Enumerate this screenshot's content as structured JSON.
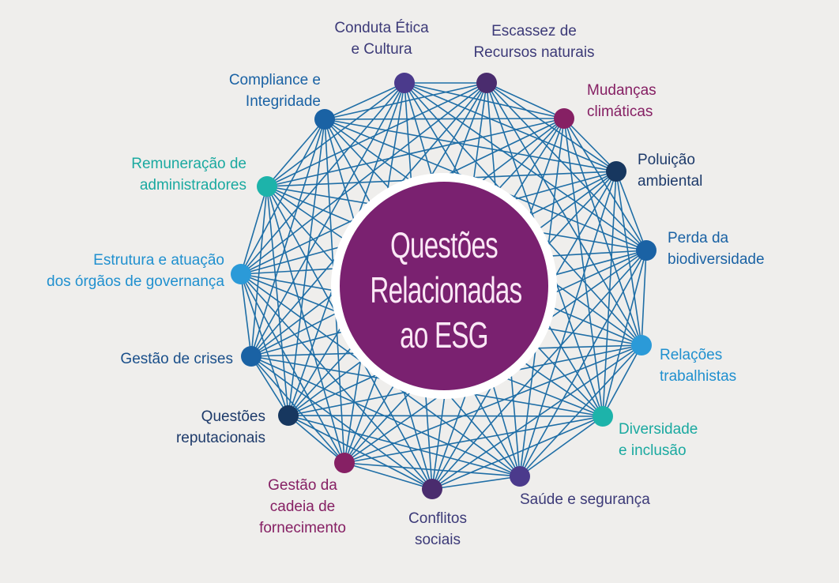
{
  "center": {
    "line1": "Questões",
    "line2": "Relacionadas",
    "line3": "ao ESG",
    "color": "#7a2170"
  },
  "edge_color": "#1f6ea6",
  "nodes": [
    {
      "id": "conduta-etica",
      "lines": [
        "Conduta Ética",
        "e Cultura"
      ],
      "color": "#4b3a8c",
      "label_color": "#3c3a78"
    },
    {
      "id": "escassez-recursos",
      "lines": [
        "Escassez de",
        "Recursos naturais"
      ],
      "color": "#4a2c6e",
      "label_color": "#3c3a78"
    },
    {
      "id": "mudancas-climaticas",
      "lines": [
        "Mudanças",
        "climáticas"
      ],
      "color": "#862064",
      "label_color": "#862064"
    },
    {
      "id": "poluicao-ambiental",
      "lines": [
        "Poluição",
        "ambiental"
      ],
      "color": "#17375f",
      "label_color": "#1d3a6a"
    },
    {
      "id": "perda-biodiversidade",
      "lines": [
        "Perda da",
        "biodiversidade"
      ],
      "color": "#1a62a4",
      "label_color": "#1a62a4"
    },
    {
      "id": "relacoes-trabalhistas",
      "lines": [
        "Relações",
        "trabalhistas"
      ],
      "color": "#2b9ad8",
      "label_color": "#2090cf"
    },
    {
      "id": "diversidade-inclusao",
      "lines": [
        "Diversidade",
        "e inclusão"
      ],
      "color": "#1db3aa",
      "label_color": "#1aa9a0"
    },
    {
      "id": "saude-seguranca",
      "lines": [
        "Saúde e segurança"
      ],
      "color": "#4b3a8c",
      "label_color": "#3c3a78"
    },
    {
      "id": "conflitos-sociais",
      "lines": [
        "Conflitos",
        "sociais"
      ],
      "color": "#4a2c6e",
      "label_color": "#3c3a78"
    },
    {
      "id": "gestao-cadeia",
      "lines": [
        "Gestão da",
        "cadeia de",
        "fornecimento"
      ],
      "color": "#862064",
      "label_color": "#862064"
    },
    {
      "id": "questoes-reputacionais",
      "lines": [
        "Questões",
        "reputacionais"
      ],
      "color": "#17375f",
      "label_color": "#1d3a6a"
    },
    {
      "id": "gestao-crises",
      "lines": [
        "Gestão de crises"
      ],
      "color": "#1a62a4",
      "label_color": "#1a4f8a"
    },
    {
      "id": "estrutura-governanca",
      "lines": [
        "Estrutura e atuação",
        "dos órgãos de governança"
      ],
      "color": "#2b9ad8",
      "label_color": "#2090cf"
    },
    {
      "id": "remuneracao-administradores",
      "lines": [
        "Remuneração de",
        "administradores"
      ],
      "color": "#1db3aa",
      "label_color": "#1aa9a0"
    },
    {
      "id": "compliance-integridade",
      "lines": [
        "Compliance e",
        "Integridade"
      ],
      "color": "#1a62a4",
      "label_color": "#1a62a4"
    }
  ]
}
